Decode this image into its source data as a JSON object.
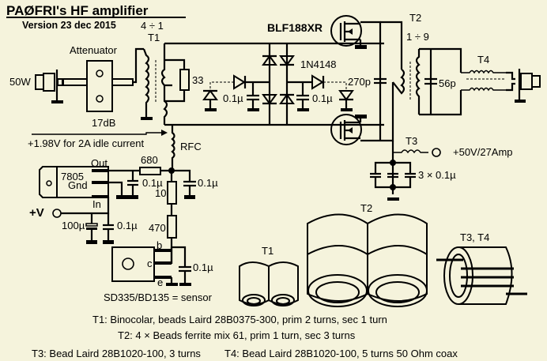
{
  "title": "PAØFRI's HF amplifier",
  "version": "Version 23 dec 2015",
  "t1": {
    "label": "T1",
    "ratio": "4 ÷ 1"
  },
  "t2": {
    "label": "T2",
    "ratio": "1 ÷ 9"
  },
  "t3": {
    "label": "T3"
  },
  "t4": {
    "label": "T4"
  },
  "input": {
    "power": "50W"
  },
  "attenuator": {
    "label": "Attenuator",
    "value": "17dB"
  },
  "transistor": {
    "label": "BLF188XR"
  },
  "diode": {
    "label": "1N4148"
  },
  "components": {
    "r33": "33",
    "c_left": "0.1µ",
    "c_right": "0.1µ",
    "c270": "270p",
    "c56": "56p",
    "rfc": "RFC",
    "r680": "680",
    "r10": "10",
    "r470": "470",
    "c_rfc": "0.1µ",
    "c_680": "0.1µ",
    "c100u": "100µ",
    "c_in": "0.1µ",
    "c_sensor": "0.1µ",
    "c_3x": "3 × 0.1µ"
  },
  "bias": {
    "label": "+1.98V for 2A idle current"
  },
  "regulator": {
    "name": "7805",
    "out": "Out",
    "gnd": "Gnd",
    "in": "In"
  },
  "supply": {
    "plus_v": "+V",
    "drain": "+50V/27Amp"
  },
  "sensor": {
    "b": "b",
    "c": "c",
    "e": "e",
    "label": "SD335/BD135 = sensor"
  },
  "drawings": {
    "t1": "T1",
    "t2": "T2",
    "t34": "T3, T4"
  },
  "notes": [
    "T1: Binocolar, beads Laird 28B0375-300, prim 2 turns, sec 1 turn",
    "T2: 4 × Beads ferrite mix 61,  prim 1 turn, sec 3 turns",
    "T3: Bead Laird 28B1020-100, 3 turns",
    "T4: Bead Laird 28B1020-100, 5 turns 50 Ohm coax"
  ]
}
